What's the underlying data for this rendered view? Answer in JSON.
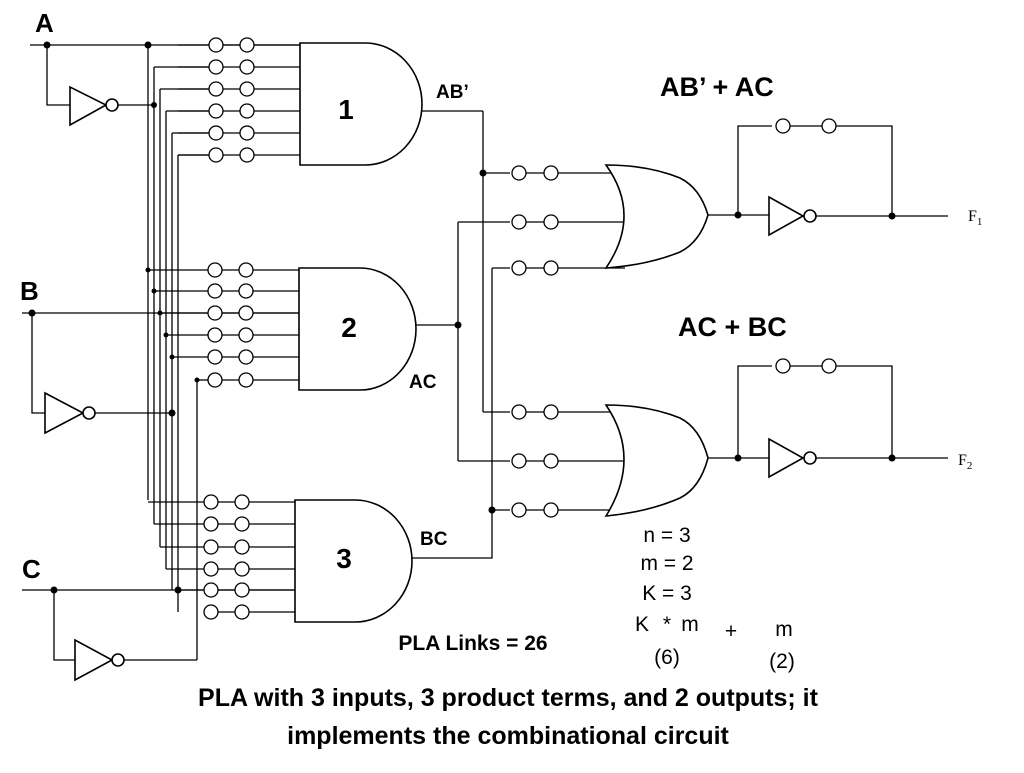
{
  "inputs": {
    "a": "A",
    "b": "B",
    "c": "C"
  },
  "and_gates": {
    "g1": "1",
    "g2": "2",
    "g3": "3"
  },
  "terms": {
    "t1": "AB’",
    "t2": "AC",
    "t3": "BC"
  },
  "functions": {
    "f1_expr": "AB’ + AC",
    "f2_expr": "AC + BC"
  },
  "outputs": {
    "f1": {
      "base": "F",
      "sub": "1"
    },
    "f2": {
      "base": "F",
      "sub": "2"
    }
  },
  "params": {
    "n": "n = 3",
    "m": "m = 2",
    "k": "K = 3",
    "k_label": "K",
    "star": "*",
    "m_label": "m",
    "k_times_m": "(6)",
    "plus": "+",
    "m2_label": "m",
    "m_value": "(2)"
  },
  "links_label": "PLA Links = 26",
  "caption": {
    "line1": "PLA with 3 inputs, 3 product terms, and 2 outputs; it",
    "line2": "implements the combinational circuit"
  }
}
